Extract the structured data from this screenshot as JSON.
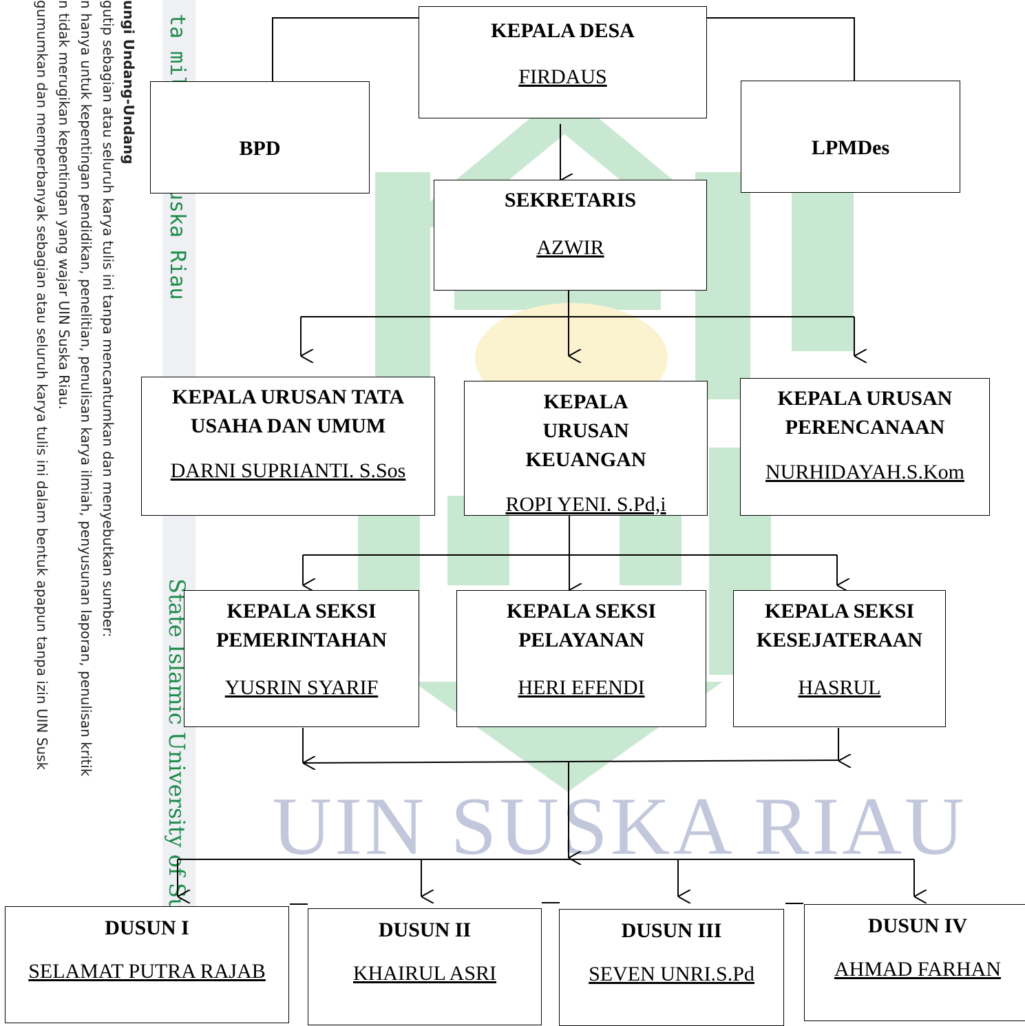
{
  "watermark": {
    "text": "UIN SUSKA RIAU",
    "side_text_top": "ta milik UIN Suska Riau",
    "side_text_bottom": "State Islamic University of Su",
    "notice_title": "ungi Undang-Undang",
    "notice_lines": [
      "gutip sebagian atau seluruh karya tulis ini tanpa mencantumkan dan menyebutkan sumber:",
      "n hanya untuk kepentingan pendidikan, penelitian, penulisan karya ilmiah, penyusunan laporan, penulisan kritik",
      "n tidak merugikan kepentingan yang wajar UIN Suska Riau.",
      "gumumkan dan memperbanyak sebagian atau seluruh karya tulis ini dalam bentuk apapun tanpa izin UIN Susk"
    ],
    "colors": {
      "green": "#1e8a4a",
      "gray": "#b9bed0",
      "green_light": "#c7e6cf"
    }
  },
  "chart": {
    "kepala_desa": {
      "title": "KEPALA DESA",
      "name": "FIRDAUS"
    },
    "bpd": {
      "title": "BPD"
    },
    "lpmdes": {
      "title": "LPMDes"
    },
    "sekretaris": {
      "title": "SEKRETARIS",
      "name": "AZWIR"
    },
    "kaur": [
      {
        "title": "KEPALA URUSAN TATA USAHA DAN UMUM",
        "name": "DARNI SUPRIANTI. S.Sos"
      },
      {
        "title": "KEPALA URUSAN KEUANGAN",
        "name": "ROPI YENI. S.Pd,i"
      },
      {
        "title": "KEPALA URUSAN PERENCANAAN",
        "name": "NURHIDAYAH.S.Kom"
      }
    ],
    "kasi": [
      {
        "title": "KEPALA SEKSI PEMERINTAHAN",
        "name": "YUSRIN SYARIF"
      },
      {
        "title": "KEPALA SEKSI PELAYANAN",
        "name": "HERI EFENDI"
      },
      {
        "title": "KEPALA SEKSI KESEJATERAAN",
        "name": "HASRUL"
      }
    ],
    "dusun": [
      {
        "title": "DUSUN I",
        "name": "SELAMAT PUTRA RAJAB"
      },
      {
        "title": "DUSUN II",
        "name": "KHAIRUL ASRI"
      },
      {
        "title": "DUSUN III",
        "name": "SEVEN UNRI.S.Pd"
      },
      {
        "title": "DUSUN IV",
        "name": "AHMAD FARHAN"
      }
    ]
  }
}
